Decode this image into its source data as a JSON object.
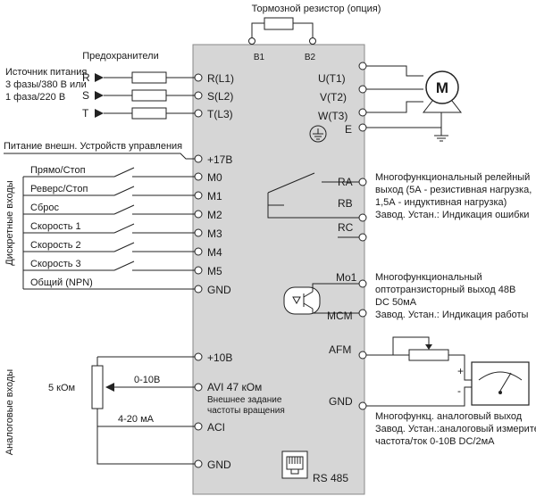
{
  "brake": {
    "title": "Тормозной резистор (опция)",
    "b1": "B1",
    "b2": "B2"
  },
  "fuses": {
    "label": "Предохранители"
  },
  "power": {
    "line1": "Источник питания",
    "line2": "3 фазы/380 В или",
    "line3": "1 фаза/220 В",
    "phases": [
      "R",
      "S",
      "T"
    ],
    "inputs": [
      "R(L1)",
      "S(L2)",
      "T(L3)"
    ]
  },
  "motor": {
    "outputs": [
      "U(T1)",
      "V(T2)",
      "W(T3)",
      "E"
    ],
    "symbol": "M"
  },
  "ext_power": {
    "label": "Питание внешн. Устройств управления",
    "terminal": "+17B"
  },
  "digital": {
    "side_label": "Дискретные входы",
    "inputs": [
      {
        "name": "Прямо/Стоп",
        "terminal": "M0"
      },
      {
        "name": "Реверс/Стоп",
        "terminal": "M1"
      },
      {
        "name": "Сброс",
        "terminal": "M2"
      },
      {
        "name": "Скорость 1",
        "terminal": "M3"
      },
      {
        "name": "Скорость 2",
        "terminal": "M4"
      },
      {
        "name": "Скорость 3",
        "terminal": "M5"
      },
      {
        "name": "Общий  (NPN)",
        "terminal": "GND"
      }
    ]
  },
  "relay": {
    "terminals": [
      "RA",
      "RB",
      "RC"
    ],
    "desc": [
      "Многофункциональный релейный",
      "выход (5А - резистивная нагрузка,",
      "1,5А - индуктивная нагрузка)",
      "Завод. Устан.: Индикация ошибки"
    ]
  },
  "opto": {
    "terminals": [
      "Mo1",
      "MCM"
    ],
    "desc": [
      "Многофункциональный",
      "оптотранзисторный выход 48В",
      "DC 50мА",
      "Завод. Устан.: Индикация работы"
    ]
  },
  "analog_out": {
    "terminals": [
      "AFM",
      "GND"
    ],
    "plus": "+",
    "minus": "-",
    "desc": [
      "Многофункц. аналоговый выход",
      "Завод. Устан.:аналоговый измеритель",
      "частота/ток 0-10В DC/2мА"
    ]
  },
  "analog": {
    "side_label": "Аналоговые входы",
    "pot": "5 кОм",
    "plus10": "+10B",
    "avi": "AVI  47 кОм",
    "avi_range": "0-10В",
    "avi_desc1": "Внешнее задание",
    "avi_desc2": "частоты вращения",
    "aci": "ACI",
    "aci_range": "4-20 мА",
    "gnd": "GND"
  },
  "rs485": {
    "label": "RS 485"
  }
}
